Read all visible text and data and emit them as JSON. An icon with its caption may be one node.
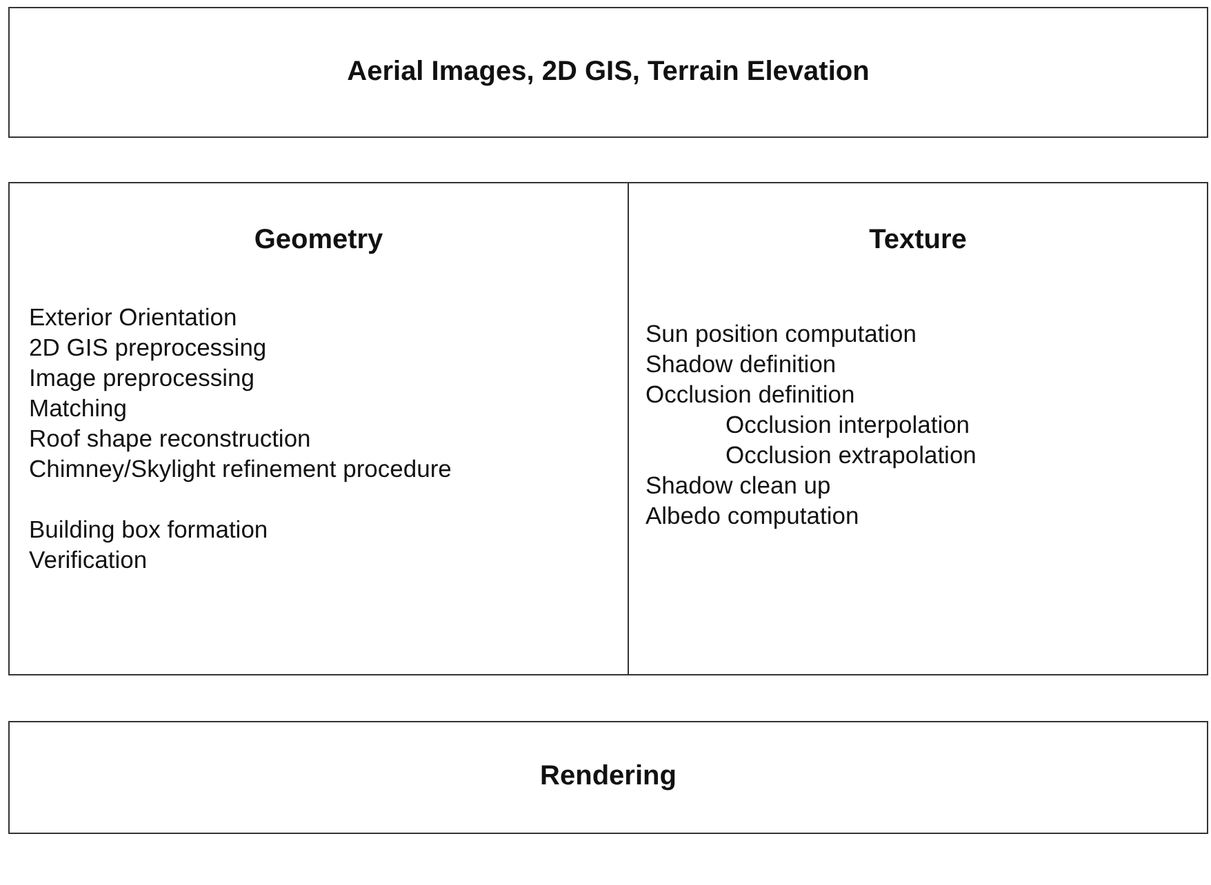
{
  "diagram": {
    "nodes": [
      {
        "text": [
          "Aerial Images, 2D GIS, Terrain Elevation"
        ]
      },
      {
        "text": [
          "Geometry",
          "Exterior Orientation",
          "2D GIS preprocessing",
          "Image preprocessing",
          "Matching",
          "Roof shape reconstruction",
          "Chimney/Skylight refinement procedure",
          "Building box formation",
          "Verification"
        ]
      },
      {
        "text": [
          "Texture",
          "Sun position computation",
          "Shadow definition",
          "Occlusion definition",
          "Occlusion interpolation",
          "Occlusion extrapolation",
          "Shadow clean up",
          "Albedo computation"
        ]
      },
      {
        "text": [
          "Rendering"
        ]
      }
    ]
  }
}
